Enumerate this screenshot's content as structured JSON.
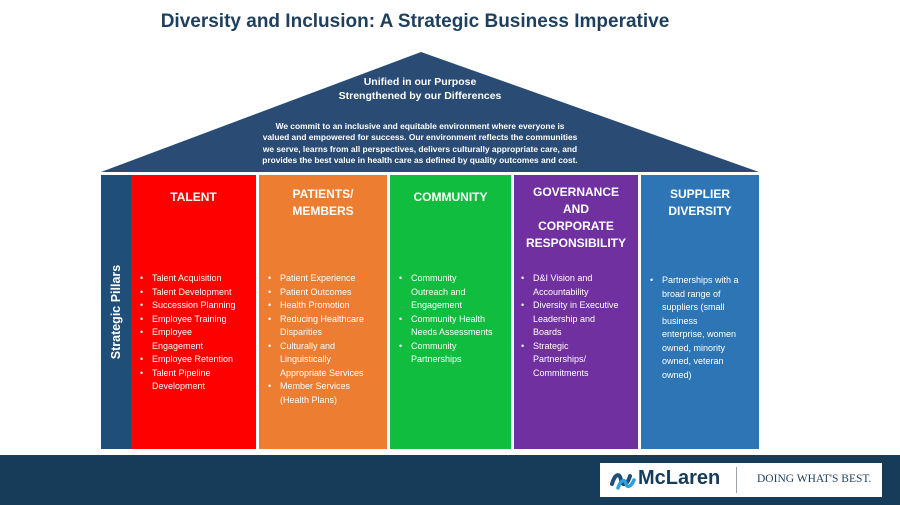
{
  "title": "Diversity and Inclusion: A Strategic Business Imperative",
  "roof": {
    "heading_line1": "Unified in our Purpose",
    "heading_line2": "Strengthened by our Differences",
    "mission_line1": "We commit to an inclusive and equitable environment where everyone is",
    "mission_line2": "valued and empowered for success. Our environment reflects the communities",
    "mission_line3": "we serve, learns from all perspectives, delivers culturally appropriate care,  and",
    "mission_line4": "provides the best value in health care as defined by quality outcomes and cost.",
    "color": "#2a4b73"
  },
  "side_label": "Strategic Pillars",
  "pillars": [
    {
      "title_lines": [
        "TALENT"
      ],
      "color": "#ff0000",
      "items": [
        [
          "Talent Acquisition"
        ],
        [
          "Talent Development"
        ],
        [
          "Succession Planning"
        ],
        [
          "Employee Training"
        ],
        [
          "Employee",
          "Engagement"
        ],
        [
          "Employee Retention"
        ],
        [
          "Talent Pipeline",
          "Development"
        ]
      ]
    },
    {
      "title_lines": [
        "PATIENTS/",
        "MEMBERS"
      ],
      "color": "#ed7d31",
      "items": [
        [
          "Patient Experience"
        ],
        [
          "Patient Outcomes"
        ],
        [
          "Health Promotion"
        ],
        [
          "Reducing Healthcare",
          "Disparities"
        ],
        [
          "Culturally and",
          "Linguistically",
          "Appropriate Services"
        ],
        [
          "Member Services",
          "(Health Plans)"
        ]
      ]
    },
    {
      "title_lines": [
        "COMMUNITY"
      ],
      "color": "#11bd3e",
      "items": [
        [
          "Community",
          "Outreach and",
          "Engagement"
        ],
        [
          "Community Health",
          "Needs Assessments"
        ],
        [
          "Community",
          "Partnerships"
        ]
      ]
    },
    {
      "title_lines": [
        "GOVERNANCE",
        "AND",
        "CORPORATE",
        "RESPONSIBILITY"
      ],
      "color": "#7030a0",
      "items": [
        [
          "D&I Vision and",
          "Accountability"
        ],
        [
          "Diversity in Executive",
          "Leadership and",
          "Boards"
        ],
        [
          "Strategic",
          "Partnerships/",
          "Commitments"
        ]
      ]
    },
    {
      "title_lines": [
        "SUPPLIER",
        "DIVERSITY"
      ],
      "color": "#2e75b6",
      "items": [
        [
          "Partnerships with a",
          "broad range of",
          "suppliers (small",
          "business",
          "enterprise, women",
          "owned, minority",
          "owned, veteran",
          "owned)"
        ]
      ]
    }
  ],
  "footer": {
    "logo_icon": "mclaren-logo-icon",
    "logo_text": "McLaren",
    "tagline": "DOING WHAT'S BEST.",
    "color": "#173c59"
  }
}
